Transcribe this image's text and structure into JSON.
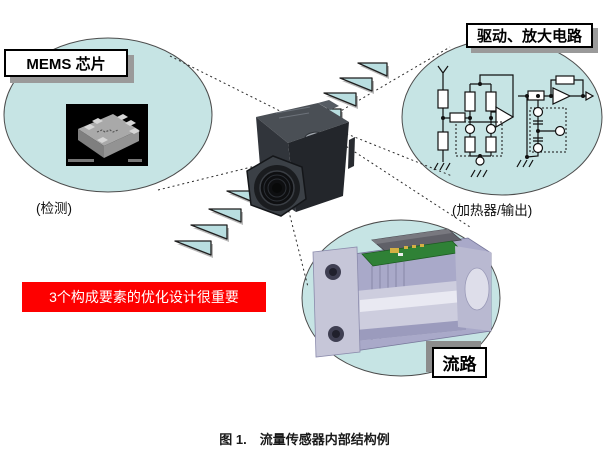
{
  "caption": "图 1.　流量传感器内部结构例",
  "banner": {
    "text": "3个构成要素的优化设计很重要",
    "bg": "#fe0000",
    "fg": "#ffffff"
  },
  "callouts": {
    "mems": {
      "title": "MEMS 芯片",
      "subtitle": "(检测)"
    },
    "drive_circuit": {
      "title": "驱动、放大电路",
      "subtitle": "(加热器/输出)"
    },
    "flow_path": {
      "title": "流路"
    }
  },
  "colors": {
    "ellipse_fill": "#c6e4e4",
    "ellipse_stroke": "#4c4c4c",
    "arrow_fill": "#b9dee0",
    "banner_bg": "#fe0000",
    "label_shadow": "#9a9a9a"
  },
  "icons": {
    "mems_photo": "mems-chip-photo",
    "sensor_photo": "flow-sensor-photo",
    "circuit": "drive-amplifier-circuit-diagram",
    "flow_render": "flow-path-cutaway-render",
    "arrows": "flow-direction-arrow"
  }
}
